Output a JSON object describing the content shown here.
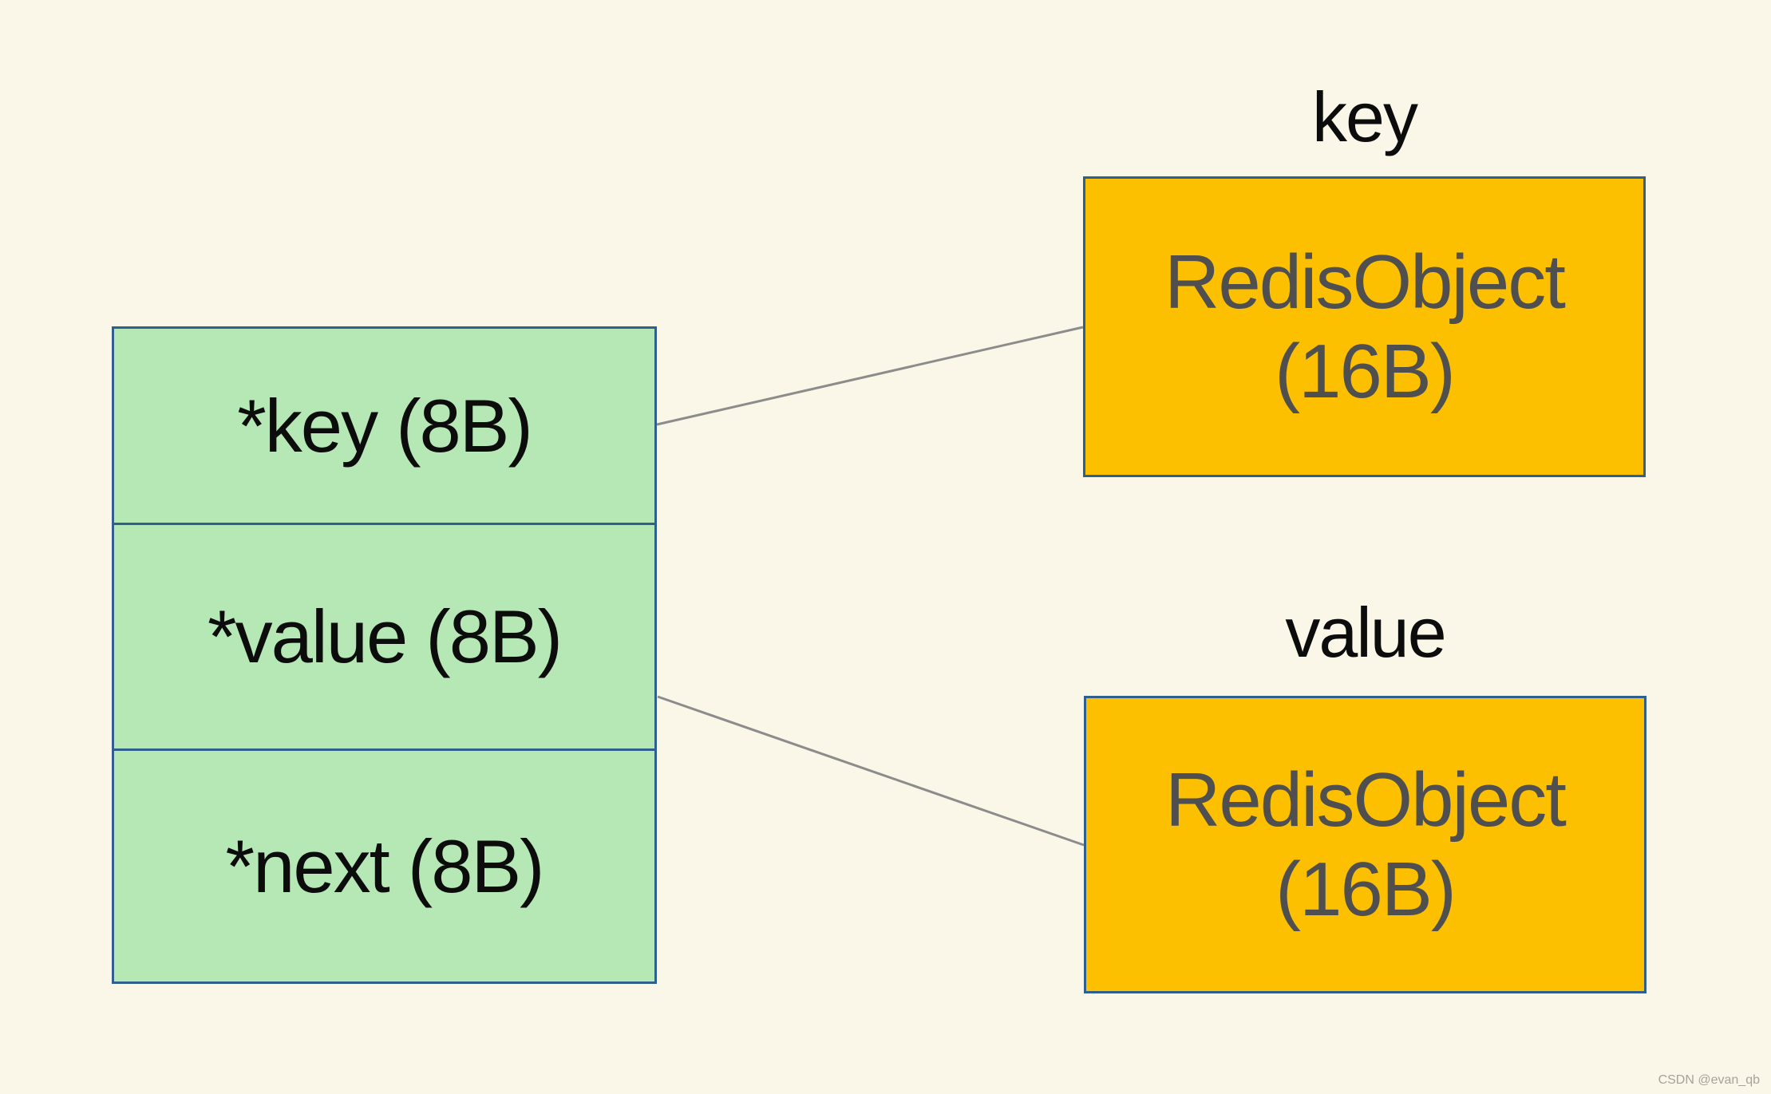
{
  "diagram": {
    "dictentry": {
      "cells": [
        {
          "label": "*key (8B)"
        },
        {
          "label": "*value (8B)"
        },
        {
          "label": "*next (8B)"
        }
      ]
    },
    "key_object": {
      "label": "key",
      "line1": "RedisObject",
      "line2": "(16B)"
    },
    "value_object": {
      "label": "value",
      "line1": "RedisObject",
      "line2": "(16B)"
    },
    "watermark": "CSDN @evan_qb",
    "colors": {
      "background": "#faf7e8",
      "entry_fill": "#b5e8b5",
      "object_fill": "#fcc001",
      "border": "#2e5f8d",
      "connector": "#8c8c8c",
      "entry_text": "#0c0c0c",
      "object_text": "#4f4f4f",
      "watermark_text": "#a6a398"
    }
  }
}
